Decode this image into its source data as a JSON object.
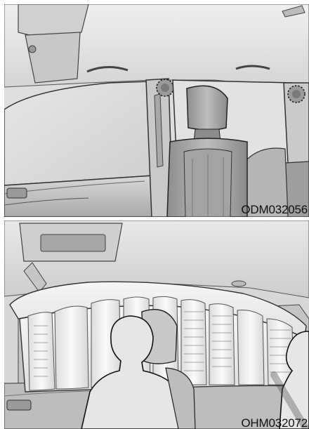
{
  "figures": [
    {
      "code": "ODM032056",
      "subject": "side airbag sensor locations in vehicle interior"
    },
    {
      "code": "OHM032072",
      "subject": "curtain airbag deployed along roof rail"
    }
  ],
  "colors": {
    "background": "#ffffff",
    "illustration_gray": "#d9d9d9",
    "line": "#2a2a2a"
  }
}
